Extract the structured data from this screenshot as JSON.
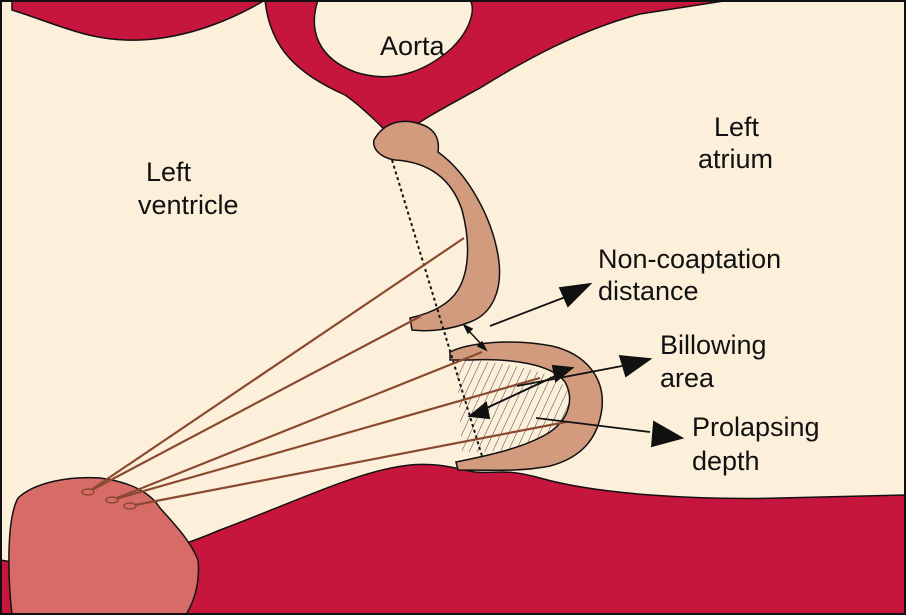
{
  "labels": {
    "aorta": "Aorta",
    "left_atrium": [
      "Left",
      "atrium"
    ],
    "left_ventricle": [
      "Left",
      "ventricle"
    ],
    "non_coaptation": [
      "Non-coaptation",
      "distance"
    ],
    "billowing": [
      "Billowing",
      "area"
    ],
    "prolapsing": [
      "Prolapsing",
      "depth"
    ]
  },
  "colors": {
    "background": "#FDF0DA",
    "myocardium": "#C7163E",
    "leaflet": "#D39B7E",
    "papillary_muscle": "#D66B68",
    "chordae": "#8B4A30",
    "outline": "#000000"
  }
}
